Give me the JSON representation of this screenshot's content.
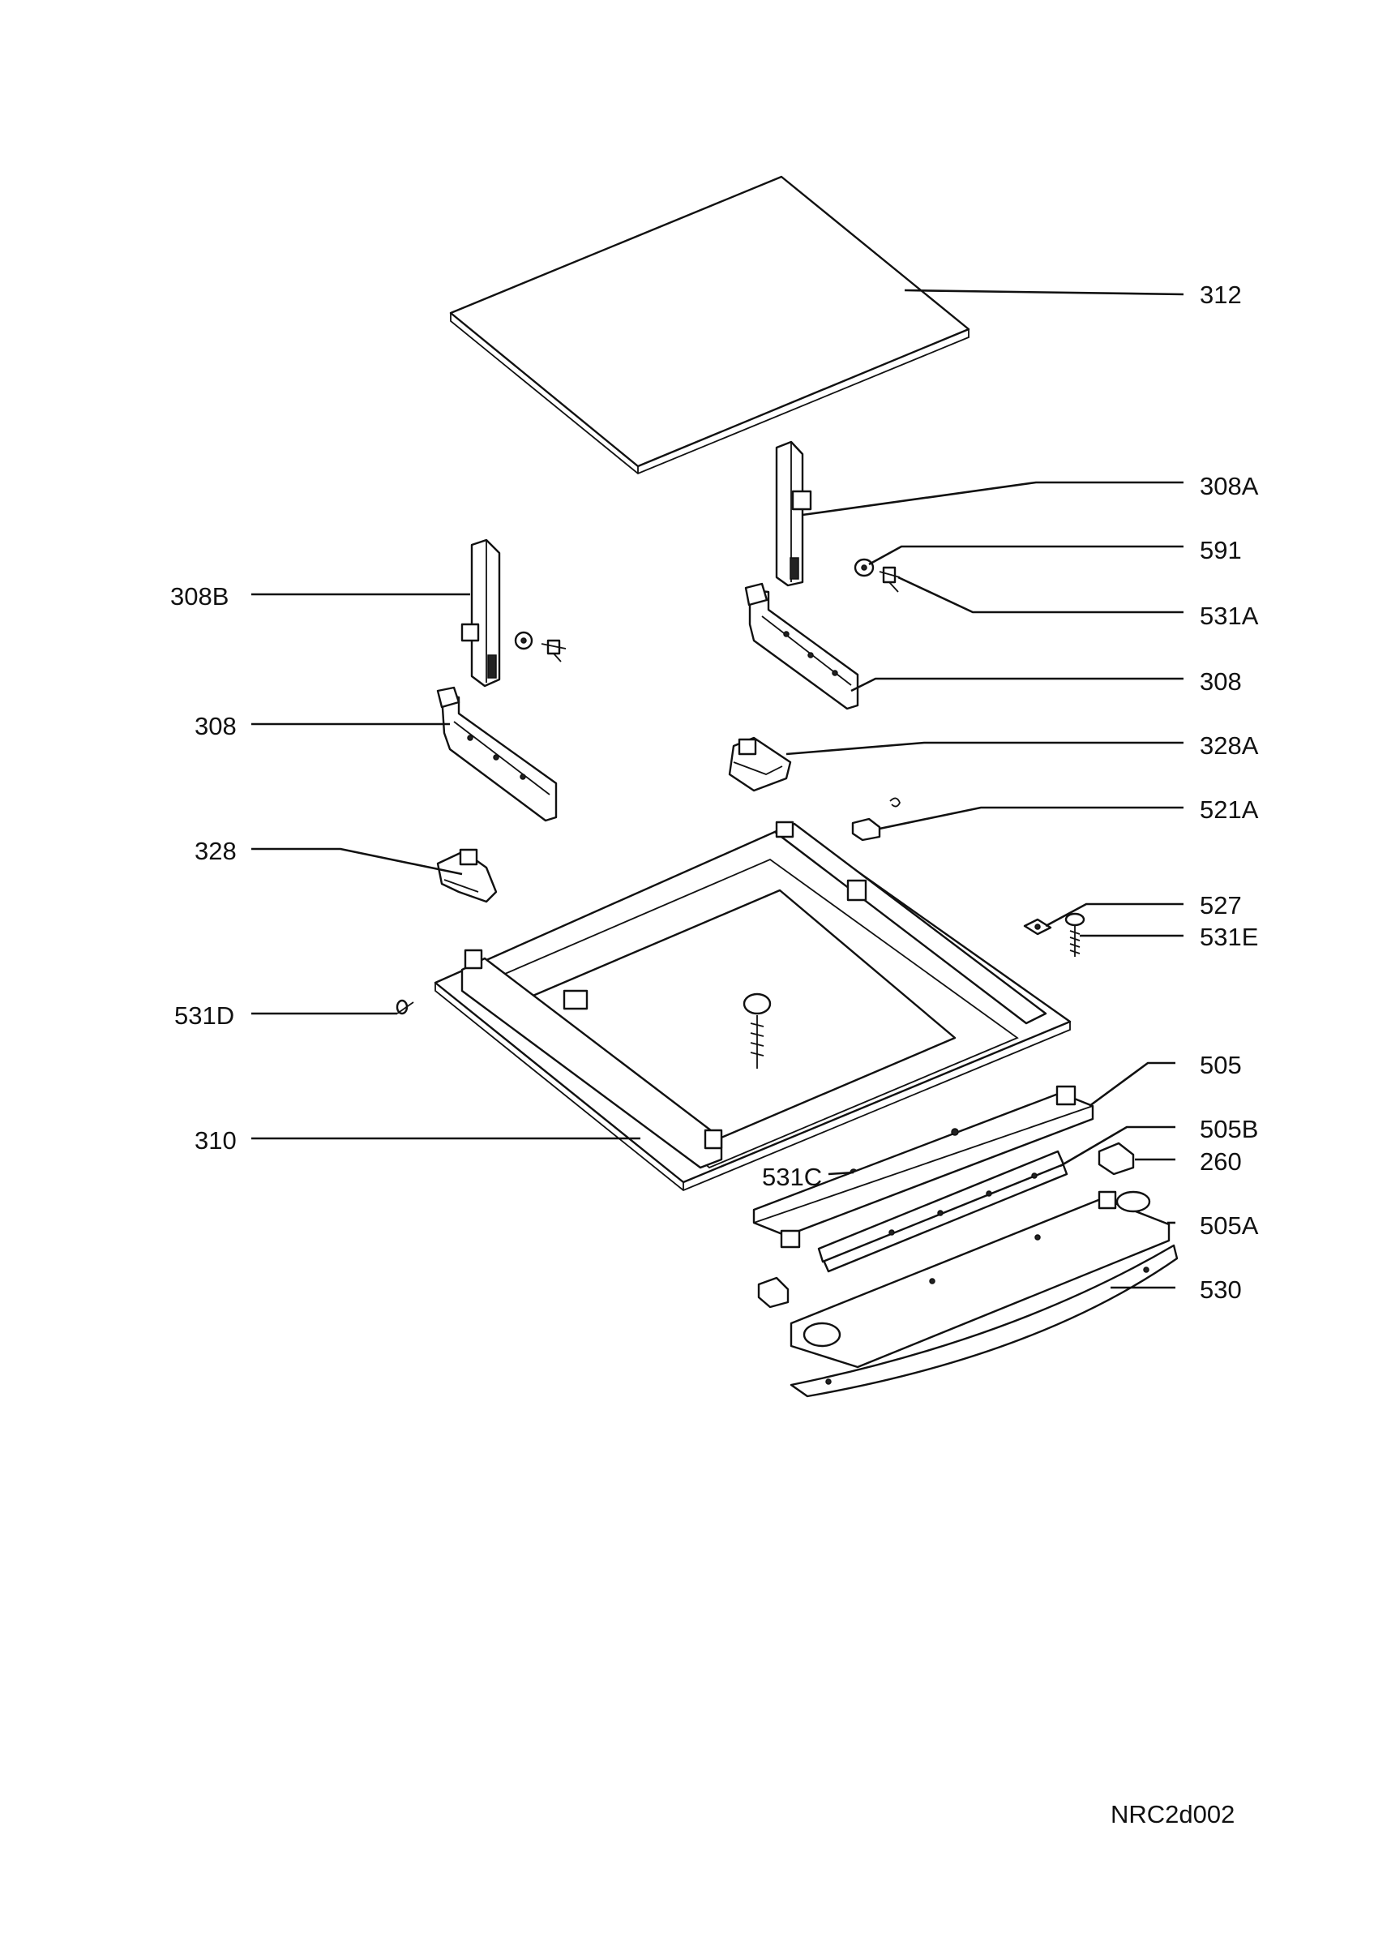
{
  "diagram": {
    "drawing_code": "NRC2d002",
    "parts": [
      {
        "id": "p312",
        "label": "312"
      },
      {
        "id": "p308A",
        "label": "308A"
      },
      {
        "id": "p591",
        "label": "591"
      },
      {
        "id": "p531A",
        "label": "531A"
      },
      {
        "id": "p308r",
        "label": "308"
      },
      {
        "id": "p328A",
        "label": "328A"
      },
      {
        "id": "p521A",
        "label": "521A"
      },
      {
        "id": "p527",
        "label": "527"
      },
      {
        "id": "p531E",
        "label": "531E"
      },
      {
        "id": "p505",
        "label": "505"
      },
      {
        "id": "p505B",
        "label": "505B"
      },
      {
        "id": "p260",
        "label": "260"
      },
      {
        "id": "p505A",
        "label": "505A"
      },
      {
        "id": "p530",
        "label": "530"
      },
      {
        "id": "p308B",
        "label": "308B"
      },
      {
        "id": "p308l",
        "label": "308"
      },
      {
        "id": "p328",
        "label": "328"
      },
      {
        "id": "p531D",
        "label": "531D"
      },
      {
        "id": "p310",
        "label": "310"
      },
      {
        "id": "p531C",
        "label": "531C"
      }
    ]
  }
}
